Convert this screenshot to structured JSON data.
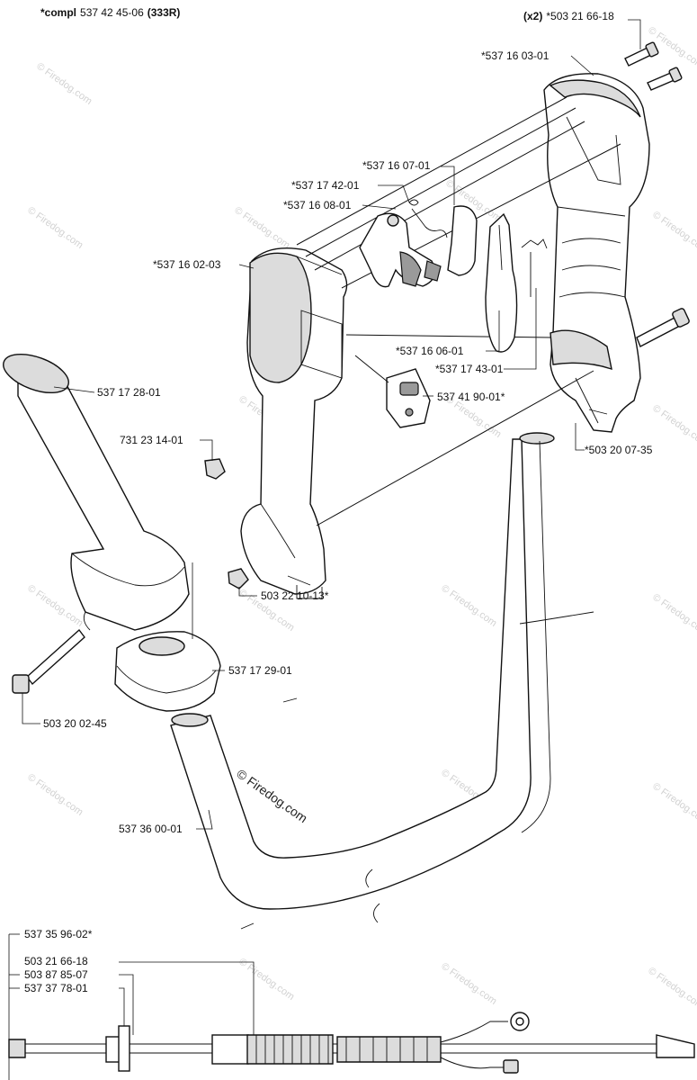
{
  "header": {
    "assembly_prefix": "*compl",
    "assembly_number": "537 42 45-06",
    "assembly_model": "(333R)"
  },
  "callouts": {
    "bolt_qty": "(x2)",
    "bolt_right_top": "*503 21 66-18",
    "handle_half_right": "*537 16 03-01",
    "part_16_07": "*537 16 07-01",
    "part_17_42": "*537 17 42-01",
    "part_16_08": "*537 16 08-01",
    "handle_half_left": "*537 16 02-03",
    "part_16_06": "*537 16 06-01",
    "part_17_43": "*537 17 43-01",
    "switch": "537 41 90-01*",
    "grip": "537 17 28-01",
    "nut": "731 23 14-01",
    "screw_right": "*503 20 07-35",
    "nut_lower": "503 22 10-13*",
    "clamp": "537 17 29-01",
    "screw_left": "503 20 02-45",
    "tube": "537 36 00-01",
    "cable_set": "537 35 96-02*",
    "cable_a": "503 21 66-18",
    "cable_b": "503 87 85-07",
    "cable_c": "537 37 78-01"
  },
  "watermark": {
    "text": "© Firedog.com"
  }
}
